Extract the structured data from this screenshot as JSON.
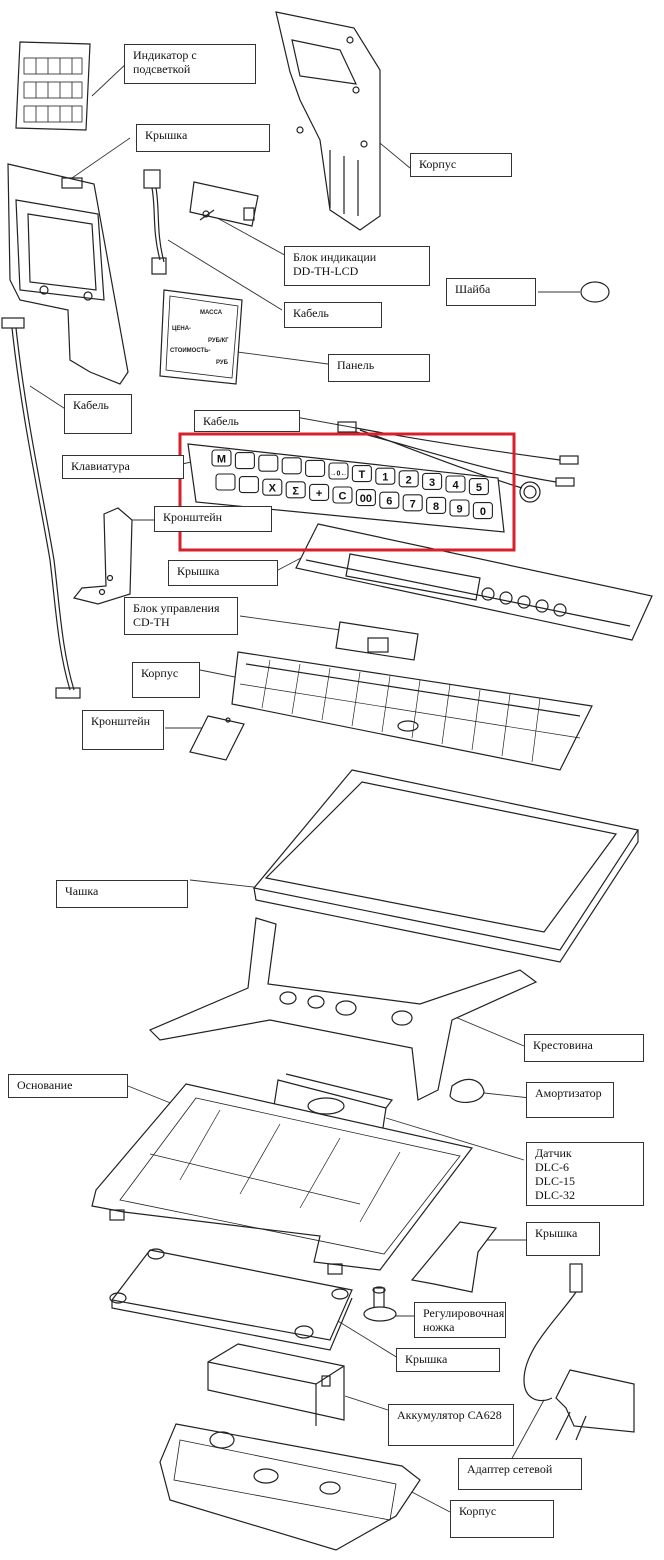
{
  "colors": {
    "highlight": "#d6202a",
    "line": "#222222",
    "fill": "#ffffff",
    "shade": "#e6e6e6"
  },
  "labels": {
    "indicator": "Индикатор с\nподсветкой",
    "cover_top": "Крышка",
    "housing_top": "Корпус",
    "display_unit": "Блок индикации\nDD-TH-LCD",
    "washer": "Шайба",
    "cable_small": "Кабель",
    "panel": "Панель",
    "cable_long": "Кабель",
    "cable_kb": "Кабель",
    "keyboard": "Клавиатура",
    "bracket_1": "Кронштейн",
    "cover_kb": "Крышка",
    "control_unit": "Блок управления\nCD-TH",
    "housing_mid": "Корпус",
    "bracket_2": "Кронштейн",
    "pan": "Чашка",
    "cross": "Крестовина",
    "base": "Основание",
    "shock": "Амортизатор",
    "sensor": "Датчик\nDLC-6\nDLC-15\nDLC-32",
    "cover_side": "Крышка",
    "foot": "Регулировочная\nножка",
    "cover_bottom": "Крышка",
    "battery": "Аккумулятор СА628",
    "adapter": "Адаптер сетевой",
    "housing_bottom": "Корпус"
  },
  "panel_text": {
    "mass": "МАССА",
    "price": "ЦЕНА-",
    "rub_kg": "РУБ/КГ",
    "cost": "СТОИМОСТЬ-",
    "rub": "РУБ"
  },
  "keyboard_keys": {
    "row1": [
      "M",
      "",
      "",
      "",
      "",
      "→0←",
      "T",
      "1",
      "2",
      "3",
      "4",
      "5"
    ],
    "row2": [
      "",
      "",
      "X",
      "Σ",
      "+",
      "C",
      "00",
      "6",
      "7",
      "8",
      "9",
      "0"
    ]
  }
}
